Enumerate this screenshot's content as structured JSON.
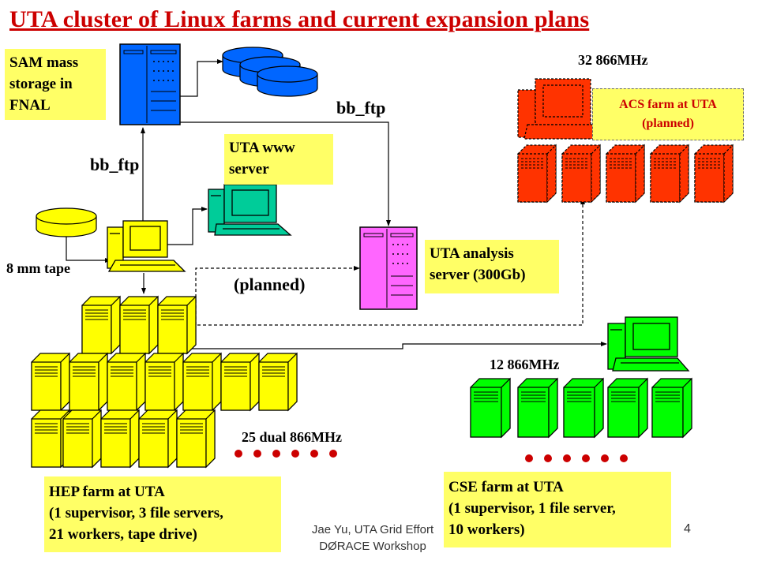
{
  "title": "UTA cluster of Linux farms and current expansion plans",
  "labels": {
    "sam_storage": [
      "SAM mass",
      "storage in",
      "FNAL"
    ],
    "bb_ftp_right": "bb_ftp",
    "bb_ftp_left": "bb_ftp",
    "www_server": [
      "UTA www",
      "server"
    ],
    "tape": "8 mm tape",
    "planned": "(planned)",
    "analysis_server": [
      "UTA analysis",
      "server (300Gb)"
    ],
    "acs_speed": "32 866MHz",
    "acs_farm": [
      "ACS farm at UTA",
      "(planned)"
    ],
    "cse_speed": "12 866MHz",
    "hep_speed": "25 dual 866MHz",
    "hep_farm": [
      "HEP farm at UTA",
      "(1 supervisor, 3 file servers,",
      "21 workers, tape drive)"
    ],
    "cse_farm": [
      "CSE farm at UTA",
      "(1 supervisor, 1 file server,",
      "10 workers)"
    ],
    "footer": [
      "Jae Yu, UTA Grid Effort",
      "DØRACE Workshop"
    ],
    "page_number": "4"
  },
  "colors": {
    "title": "#cc0000",
    "label_box": "#ffff66",
    "sam_server": "#0066ff",
    "www_workstation": "#00cc99",
    "analysis_server": "#ff66ff",
    "acs_farm": "#ff3300",
    "cse_farm": "#00ff00",
    "hep_farm": "#ffff00",
    "tape": "#ffff00"
  }
}
